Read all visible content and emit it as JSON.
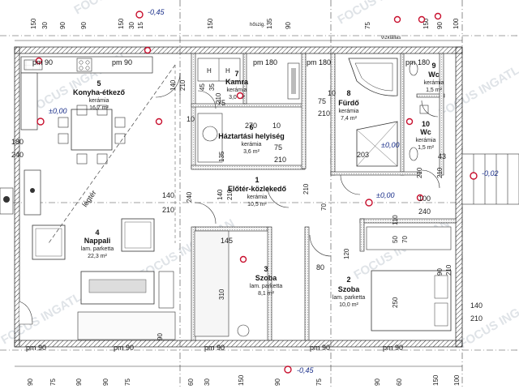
{
  "watermark": "FOCUS INGATLAN",
  "rooms": [
    {
      "num": "5",
      "name": "Konyha-étkező",
      "floor": "kerámia",
      "area": "16,7 m²"
    },
    {
      "num": "7",
      "name": "Kamra",
      "floor": "kerámia",
      "area": "3,0 m²"
    },
    {
      "num": "8",
      "name": "Fürdő",
      "floor": "kerámia",
      "area": "7,4 m²"
    },
    {
      "num": "9",
      "name": "Wc",
      "floor": "kerámia",
      "area": "1,5 m²"
    },
    {
      "num": "10",
      "name": "Wc",
      "floor": "kerámia",
      "area": "1,5 m²"
    },
    {
      "num": "6",
      "name": "Háztartási helyiség",
      "floor": "kerámia",
      "area": "3,6 m²"
    },
    {
      "num": "1",
      "name": "Előtér-közlekedő",
      "floor": "kerámia",
      "area": "10,5 m²"
    },
    {
      "num": "4",
      "name": "Nappali",
      "floor": "lam. parketta",
      "area": "22,3 m²"
    },
    {
      "num": "3",
      "name": "Szoba",
      "floor": "lam. parketta",
      "area": "8,1 m²"
    },
    {
      "num": "2",
      "name": "Szoba",
      "floor": "lam. parketta",
      "area": "10,0 m²"
    }
  ],
  "levels": {
    "top": "-0,45",
    "kitchen": "±0,00",
    "hall": "±0,00",
    "bath": "±0,00",
    "entrance": "-0,02",
    "bottom": "-0,45"
  },
  "labels": {
    "legter": "légtér",
    "hoszig": "hőszig.",
    "vizkiallas": "vízkiállás"
  },
  "top_dims": [
    "150",
    "30",
    "90",
    "90",
    "150",
    "30",
    "15",
    "150",
    "135",
    "90",
    "75",
    "150",
    "90",
    "100"
  ],
  "bottom_dims": [
    "90",
    "75",
    "90",
    "90",
    "75",
    "60",
    "30",
    "150",
    "90",
    "75",
    "90",
    "60",
    "150",
    "100"
  ],
  "parapet": {
    "kitchen_top_left": "pm 90",
    "kitchen_top_right": "pm 90",
    "kamra": "pm 180",
    "bath_top": "pm 180",
    "wc_top": "pm 180",
    "bottom_1": "pm 90",
    "bottom_2": "pm 90",
    "bottom_3": "pm 90",
    "bottom_4": "pm 90",
    "bottom_5": "pm 90"
  },
  "wall_dims": {
    "d140a": "140",
    "d210a": "210",
    "d140b": "140",
    "d210b": "210",
    "d180": "180",
    "d240a": "240",
    "d10a": "10",
    "d240b": "240",
    "d210c": "210",
    "d100": "100",
    "d240c": "240",
    "d270": "270",
    "d10b": "10",
    "d10c": "10",
    "d75a": "75",
    "d210d": "210",
    "d135": "135",
    "d75b": "75",
    "d210e": "210",
    "d75c": "75",
    "d210f": "210",
    "d203": "203",
    "d43": "43",
    "d140c": "140",
    "d210g": "210",
    "d145": "145",
    "d80": "80",
    "d310": "310",
    "d250": "250",
    "d110": "110",
    "d50": "50",
    "d70": "70",
    "d140d": "140",
    "d90r": "90",
    "d210h": "210",
    "d90b": "90",
    "d210i": "210",
    "d120": "120",
    "d45": "45",
    "d35": "35",
    "d70b": "70",
    "d135b": "135",
    "d210j": "210",
    "d210k": "210"
  }
}
